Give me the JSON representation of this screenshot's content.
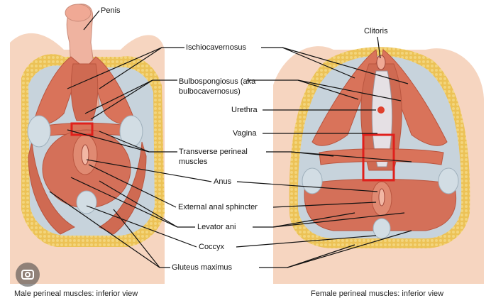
{
  "diagram": {
    "labels": {
      "penis": "Penis",
      "clitoris": "Clitoris",
      "ischiocavernosus": "Ischiocavernosus",
      "bulbospongiosus_1": "Bulbospongiosus (aka",
      "bulbospongiosus_2": "bulbocavernosus)",
      "urethra": "Urethra",
      "vagina": "Vagina",
      "transverse_1": "Transverse perineal",
      "transverse_2": "muscles",
      "anus": "Anus",
      "external_anal_sphincter": "External anal sphincter",
      "levator_ani": "Levator ani",
      "coccyx": "Coccyx",
      "gluteus_maximus": "Gluteus maximus"
    },
    "captions": {
      "male": "Male perineal muscles: inferior view",
      "female": "Female perineal muscles: inferior view"
    },
    "colors": {
      "muscle": "#d9735a",
      "muscle_dark": "#b9553f",
      "skin": "#f6d5c0",
      "fat": "#ecc256",
      "fascia": "#c7d3dc",
      "highlight_box": "#e0201c"
    }
  }
}
